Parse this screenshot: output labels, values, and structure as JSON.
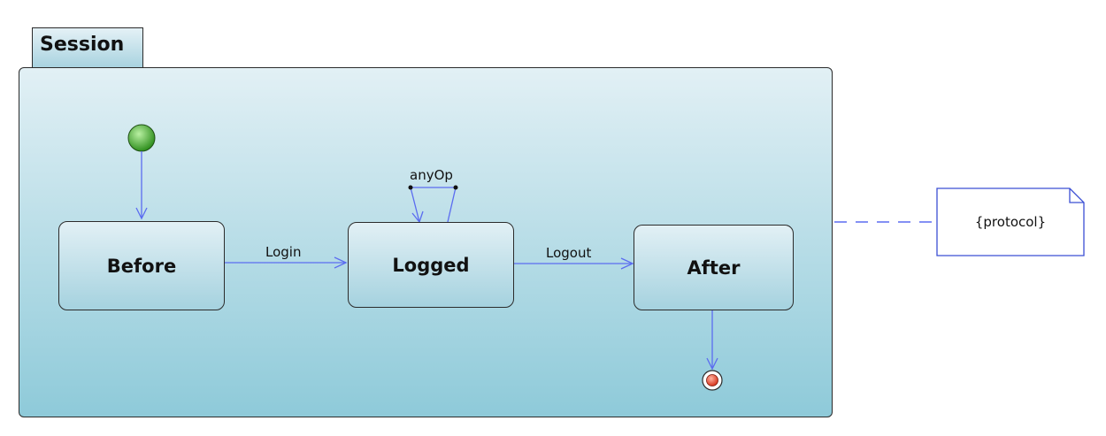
{
  "package": {
    "name": "Session"
  },
  "states": [
    {
      "id": "before",
      "label": "Before"
    },
    {
      "id": "logged",
      "label": "Logged"
    },
    {
      "id": "after",
      "label": "After"
    }
  ],
  "transitions": [
    {
      "from": "initial",
      "to": "before",
      "label": ""
    },
    {
      "from": "before",
      "to": "logged",
      "label": "Login"
    },
    {
      "from": "logged",
      "to": "logged",
      "label": "anyOp"
    },
    {
      "from": "logged",
      "to": "after",
      "label": "Logout"
    },
    {
      "from": "after",
      "to": "final",
      "label": ""
    }
  ],
  "note": {
    "text": "{protocol}"
  }
}
